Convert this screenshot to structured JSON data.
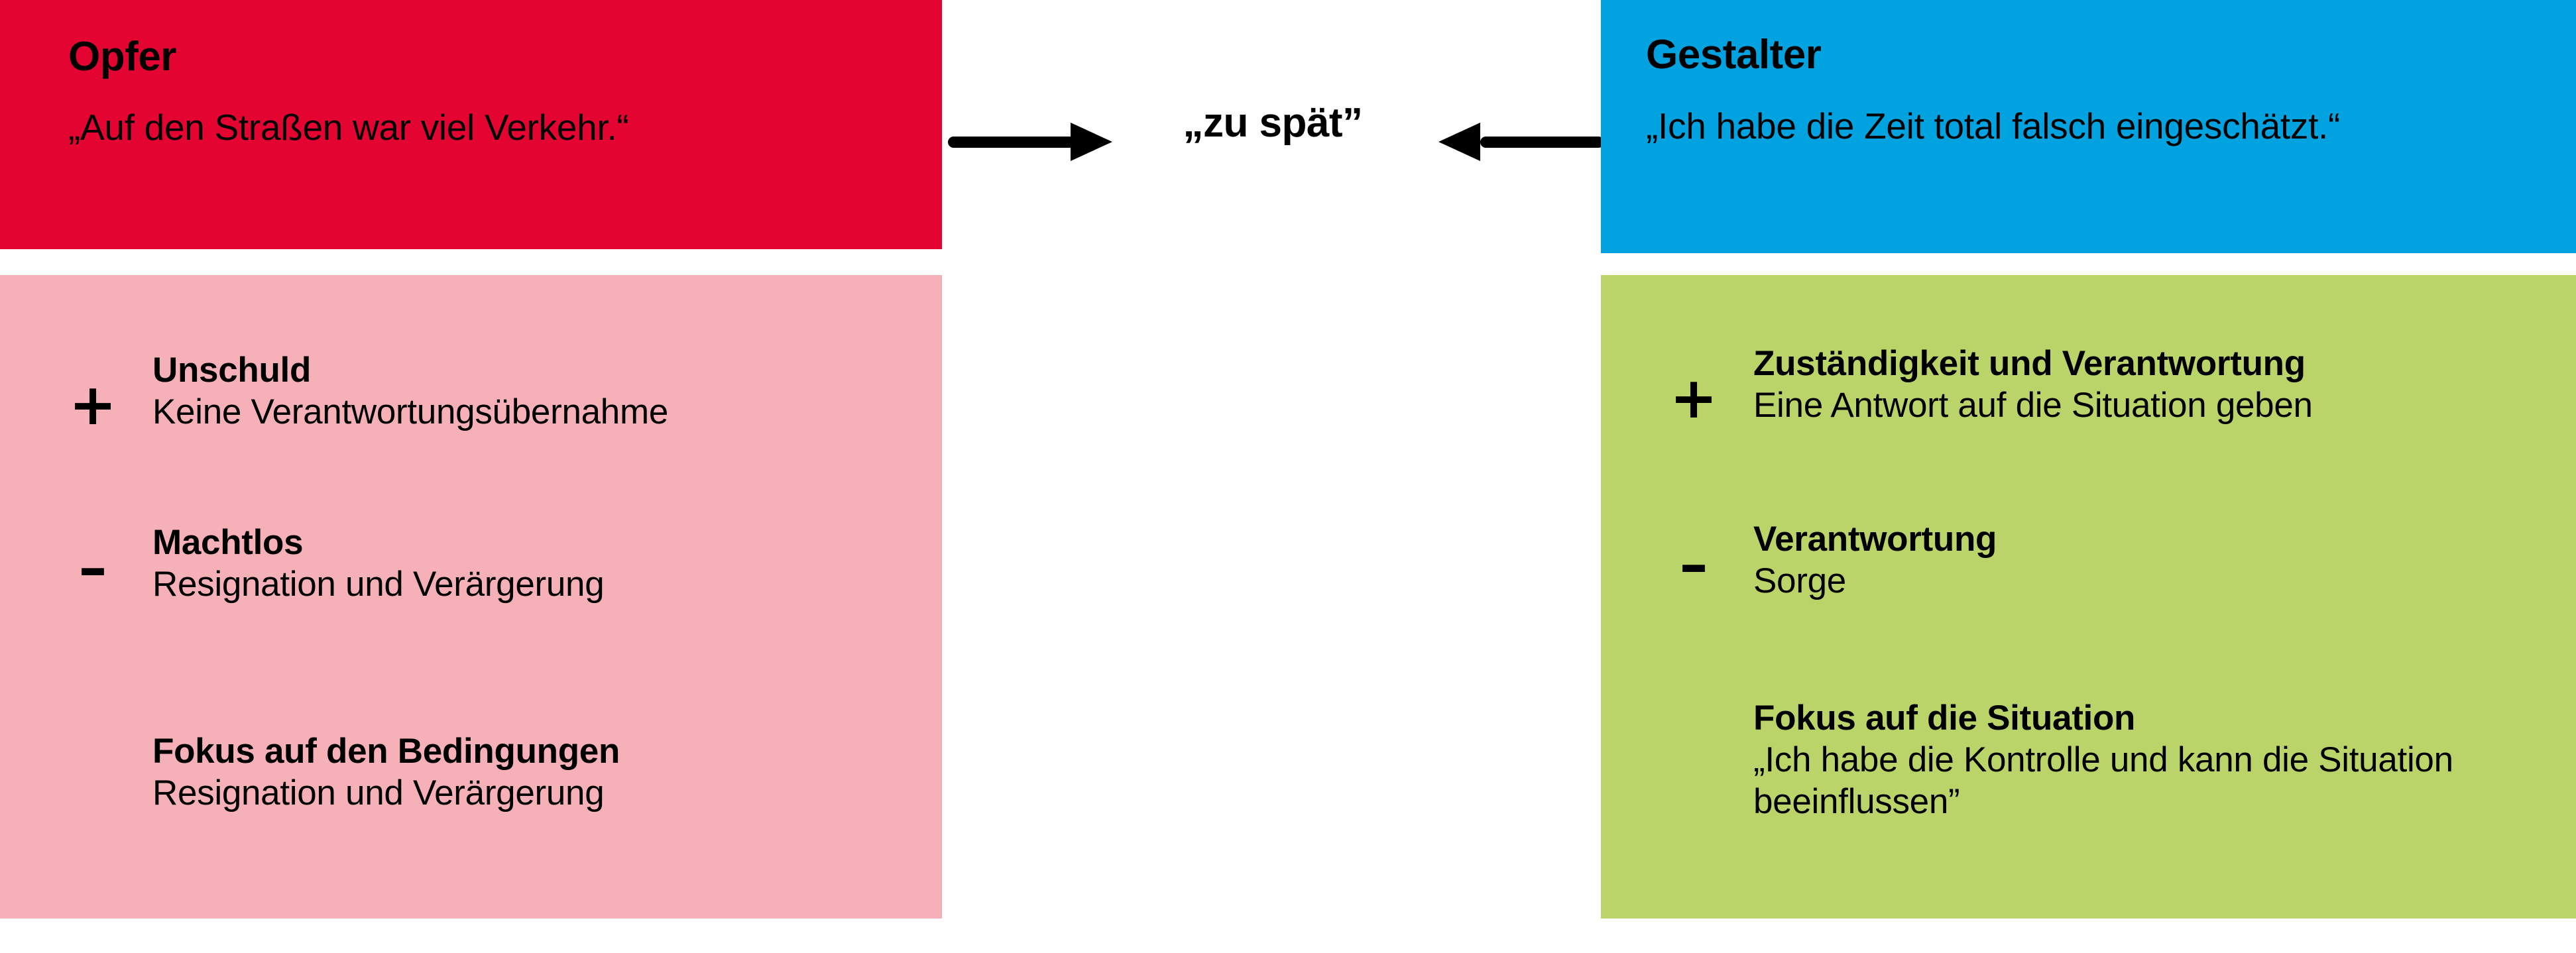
{
  "diagram": {
    "center": {
      "label": "„zu spät”",
      "arrow_left_name": "arrow-pointing-right",
      "arrow_right_name": "arrow-pointing-left"
    },
    "columns": [
      {
        "id": "victim",
        "title": "Opfer",
        "quote": "„Auf den Straßen war viel Verkehr.“",
        "header_color": "#E40432",
        "body_color": "#F6B0B7",
        "attributes": [
          {
            "sign": "+",
            "title": "Unschuld",
            "desc": "Keine Verantwortungsübernahme"
          },
          {
            "sign": "–",
            "title": "Machtlos",
            "desc": "Resignation und Verärgerung"
          },
          {
            "sign": "",
            "title": "Fokus auf den Bedingungen",
            "desc": "Resignation und Verärgerung"
          }
        ]
      },
      {
        "id": "creator",
        "title": "Gestalter",
        "quote": "„Ich habe die Zeit total falsch eingeschätzt.“",
        "header_color": "#00A3E0",
        "body_color": "#BBD469",
        "attributes": [
          {
            "sign": "+",
            "title": "Zuständigkeit und Verantwortung",
            "desc": "Eine Antwort auf die Situation geben"
          },
          {
            "sign": "–",
            "title": "Verantwortung",
            "desc": "Sorge"
          },
          {
            "sign": "",
            "title": "Fokus auf die Situation",
            "desc": "„Ich habe die Kontrolle und kann die Situation beeinflussen”"
          }
        ]
      }
    ]
  }
}
